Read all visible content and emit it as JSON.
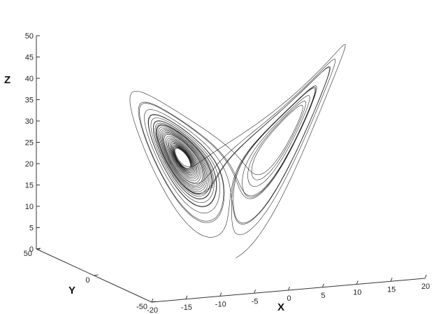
{
  "chart_data": {
    "type": "line",
    "dimensions": 3,
    "title": "",
    "xlabel": "X",
    "ylabel": "Y",
    "zlabel": "Z",
    "xlim": [
      -20,
      20
    ],
    "ylim": [
      -50,
      50
    ],
    "zlim": [
      0,
      50
    ],
    "xticks": [
      -20,
      -15,
      -10,
      -5,
      0,
      5,
      10,
      15,
      20
    ],
    "yticks": [
      -50,
      0,
      50
    ],
    "zticks": [
      0,
      5,
      10,
      15,
      20,
      25,
      30,
      35,
      40,
      45,
      50
    ],
    "grid": false,
    "legend": "none",
    "line_color": "#000000",
    "series": [
      {
        "system": "lorenz",
        "sigma": 10,
        "rho": 28,
        "beta": 2.6667,
        "initial_state": [
          1,
          1,
          1
        ],
        "time_step": 0.01,
        "num_steps": 3000
      }
    ]
  }
}
